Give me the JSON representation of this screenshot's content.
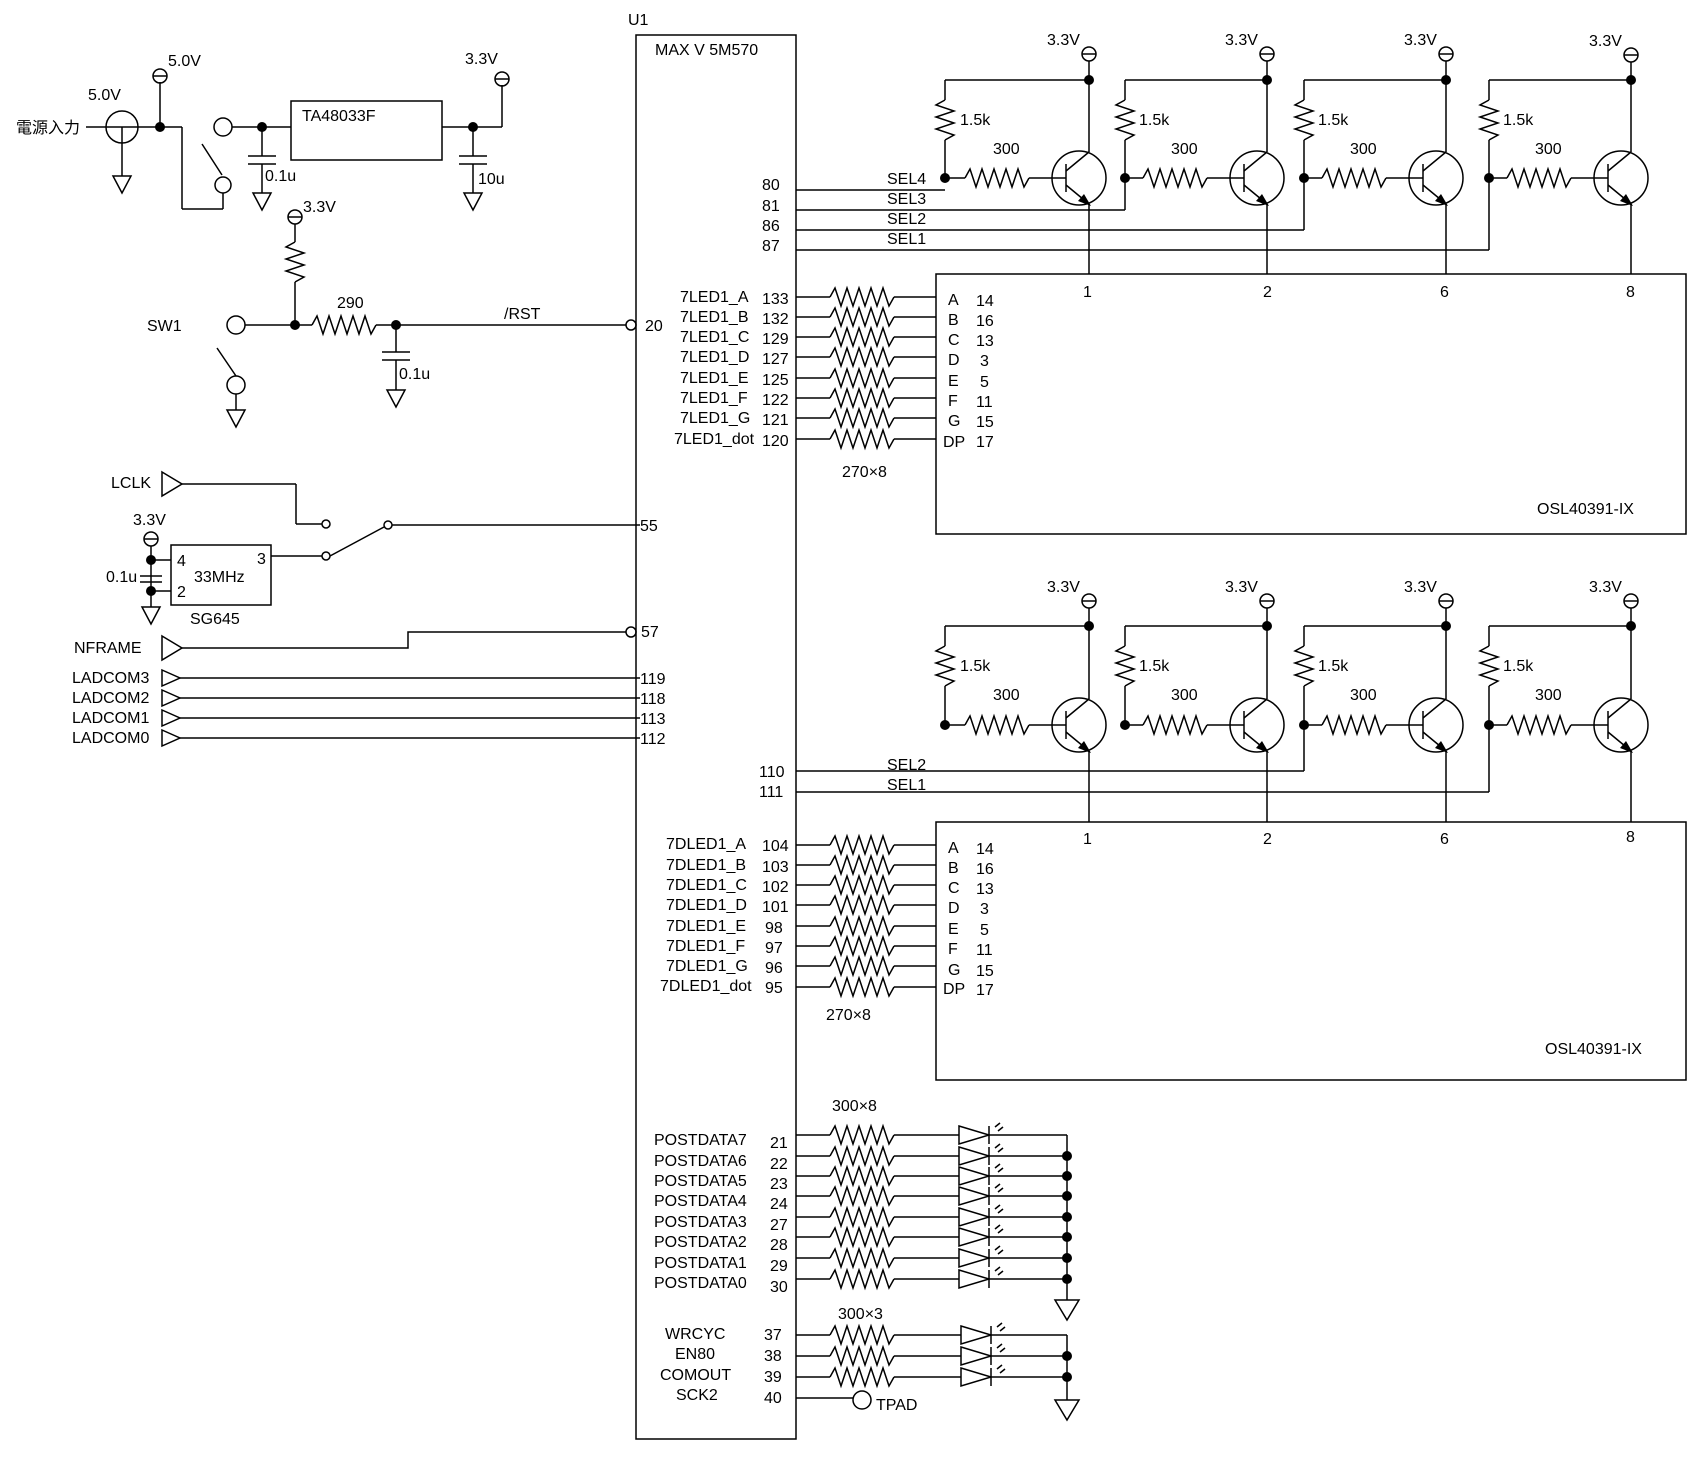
{
  "power": {
    "input_label": "電源入力",
    "v5_label": "5.0V",
    "v5_rail_label": "5.0V",
    "regulator": "TA48033F",
    "v33_label": "3.3V",
    "cap_in": "0.1u",
    "cap_out": "10u"
  },
  "reset": {
    "vcc_label": "3.3V",
    "switch_label": "SW1",
    "resistor": "290",
    "cap": "0.1u",
    "net_label": "/RST",
    "pin": "20"
  },
  "clock": {
    "lclk_label": "LCLK",
    "vcc_label": "3.3V",
    "cap": "0.1u",
    "osc_freq": "33MHz",
    "osc_part": "SG645",
    "osc_pin4": "4",
    "osc_pin3": "3",
    "osc_pin2": "2",
    "pin": "55"
  },
  "lpc": {
    "nframe_label": "NFRAME",
    "nframe_pin": "57",
    "ladcom": [
      {
        "label": "LADCOM3",
        "pin": "119"
      },
      {
        "label": "LADCOM2",
        "pin": "118"
      },
      {
        "label": "LADCOM1",
        "pin": "113"
      },
      {
        "label": "LADCOM0",
        "pin": "112"
      }
    ]
  },
  "u1": {
    "ref": "U1",
    "part": "MAX V 5M570"
  },
  "display1": {
    "part": "OSL40391-IX",
    "sel_nets": [
      {
        "pin": "80",
        "label": "SEL4"
      },
      {
        "pin": "81",
        "label": "SEL3"
      },
      {
        "pin": "86",
        "label": "SEL2"
      },
      {
        "pin": "87",
        "label": "SEL1"
      }
    ],
    "supply_labels": [
      "3.3V",
      "3.3V",
      "3.3V",
      "3.3V"
    ],
    "pullup": "1.5k",
    "base_res": "300",
    "digit_pins": [
      "1",
      "2",
      "6",
      "8"
    ],
    "res_array": "270×8",
    "segments": [
      {
        "net": "7LED1_A",
        "pin": "133",
        "seg": "A",
        "seg_pin": "14"
      },
      {
        "net": "7LED1_B",
        "pin": "132",
        "seg": "B",
        "seg_pin": "16"
      },
      {
        "net": "7LED1_C",
        "pin": "129",
        "seg": "C",
        "seg_pin": "13"
      },
      {
        "net": "7LED1_D",
        "pin": "127",
        "seg": "D",
        "seg_pin": "3"
      },
      {
        "net": "7LED1_E",
        "pin": "125",
        "seg": "E",
        "seg_pin": "5"
      },
      {
        "net": "7LED1_F",
        "pin": "122",
        "seg": "F",
        "seg_pin": "11"
      },
      {
        "net": "7LED1_G",
        "pin": "121",
        "seg": "G",
        "seg_pin": "15"
      },
      {
        "net": "7LED1_dot",
        "pin": "120",
        "seg": "DP",
        "seg_pin": "17"
      }
    ]
  },
  "display2": {
    "part": "OSL40391-IX",
    "sel_nets": [
      {
        "pin": "110",
        "label": "SEL2"
      },
      {
        "pin": "111",
        "label": "SEL1"
      }
    ],
    "supply_labels": [
      "3.3V",
      "3.3V",
      "3.3V",
      "3.3V"
    ],
    "pullup": "1.5k",
    "base_res": "300",
    "digit_pins": [
      "1",
      "2",
      "6",
      "8"
    ],
    "res_array": "270×8",
    "segments": [
      {
        "net": "7DLED1_A",
        "pin": "104",
        "seg": "A",
        "seg_pin": "14"
      },
      {
        "net": "7DLED1_B",
        "pin": "103",
        "seg": "B",
        "seg_pin": "16"
      },
      {
        "net": "7DLED1_C",
        "pin": "102",
        "seg": "C",
        "seg_pin": "13"
      },
      {
        "net": "7DLED1_D",
        "pin": "101",
        "seg": "D",
        "seg_pin": "3"
      },
      {
        "net": "7DLED1_E",
        "pin": "98",
        "seg": "E",
        "seg_pin": "5"
      },
      {
        "net": "7DLED1_F",
        "pin": "97",
        "seg": "F",
        "seg_pin": "11"
      },
      {
        "net": "7DLED1_G",
        "pin": "96",
        "seg": "G",
        "seg_pin": "15"
      },
      {
        "net": "7DLED1_dot",
        "pin": "95",
        "seg": "DP",
        "seg_pin": "17"
      }
    ]
  },
  "postdata": {
    "res_array": "300×8",
    "lines": [
      {
        "label": "POSTDATA7",
        "pin": "21"
      },
      {
        "label": "POSTDATA6",
        "pin": "22"
      },
      {
        "label": "POSTDATA5",
        "pin": "23"
      },
      {
        "label": "POSTDATA4",
        "pin": "24"
      },
      {
        "label": "POSTDATA3",
        "pin": "27"
      },
      {
        "label": "POSTDATA2",
        "pin": "28"
      },
      {
        "label": "POSTDATA1",
        "pin": "29"
      },
      {
        "label": "POSTDATA0",
        "pin": "30"
      }
    ]
  },
  "status": {
    "res_array": "300×3",
    "lines": [
      {
        "label": "WRCYC",
        "pin": "37"
      },
      {
        "label": "EN80",
        "pin": "38"
      },
      {
        "label": "COMOUT",
        "pin": "39"
      }
    ],
    "sck": {
      "label": "SCK2",
      "pin": "40",
      "pad": "TPAD"
    }
  }
}
